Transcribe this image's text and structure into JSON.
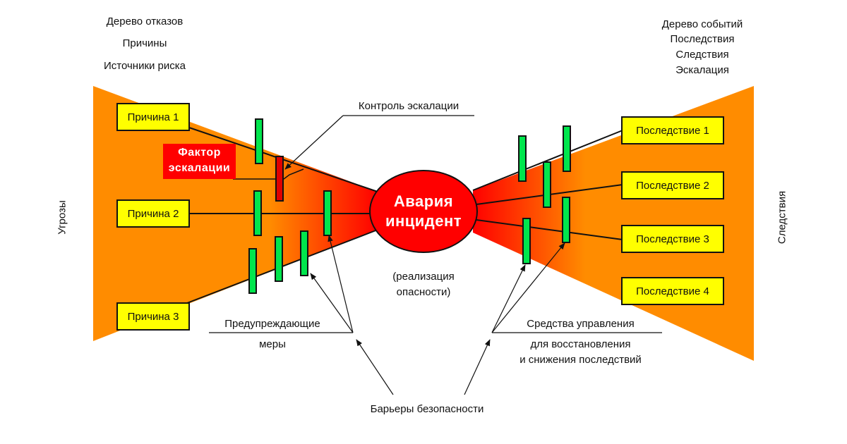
{
  "left_header": [
    "Дерево отказов",
    "Причины",
    "Источники риска"
  ],
  "right_header": [
    "Дерево  событий",
    "Последствия",
    "Следствия",
    "Эскалация"
  ],
  "left_side_label": "Угрозы",
  "right_side_label": "Следствия",
  "causes": [
    "Причина 1",
    "Причина 2",
    "Причина 3"
  ],
  "consequences": [
    "Последствие 1",
    "Последствие 2",
    "Последствие 3",
    "Последствие 4"
  ],
  "center": {
    "line1": "Авария",
    "line2": "инцидент",
    "note1": "(реализация",
    "note2": "опасности)"
  },
  "escalation_factor": {
    "line1": "Фактор",
    "line2": "эскалации"
  },
  "escalation_control_label": "Контроль эскалации",
  "preventive_label": {
    "line1": "Предупреждающие",
    "line2": "меры"
  },
  "recovery_label": {
    "line1": "Средства управления",
    "line2": "для восстановления",
    "line3": "и снижения последствий"
  },
  "barriers_label": "Барьеры безопасности",
  "colors": {
    "orange": "#ff8c00",
    "red": "#ff0000",
    "yellow": "#ffff00",
    "barrier_green": "#00e64d",
    "escalation_barrier": "#e00000"
  }
}
